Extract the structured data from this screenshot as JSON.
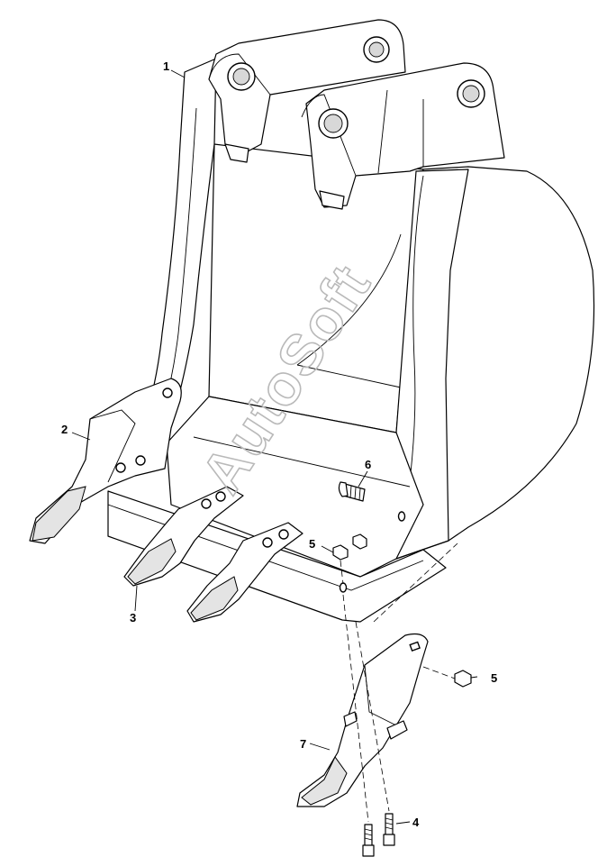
{
  "watermark": "AutoSoft",
  "callouts": [
    {
      "id": "c1",
      "label": "1"
    },
    {
      "id": "c2",
      "label": "2"
    },
    {
      "id": "c3",
      "label": "3"
    },
    {
      "id": "c4",
      "label": "4"
    },
    {
      "id": "c5a",
      "label": "5"
    },
    {
      "id": "c5b",
      "label": "5"
    },
    {
      "id": "c6",
      "label": "6"
    },
    {
      "id": "c7",
      "label": "7"
    }
  ]
}
